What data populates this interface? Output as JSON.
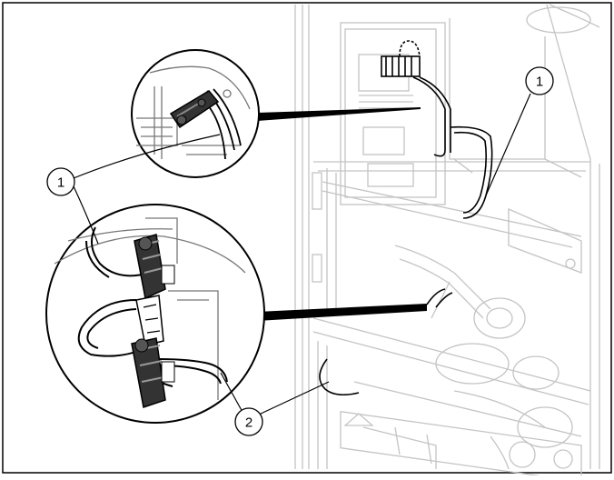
{
  "callouts": [
    {
      "id": "callout-1-top-right",
      "label": "1"
    },
    {
      "id": "callout-1-left",
      "label": "1"
    },
    {
      "id": "callout-2-bottom",
      "label": "2"
    }
  ]
}
